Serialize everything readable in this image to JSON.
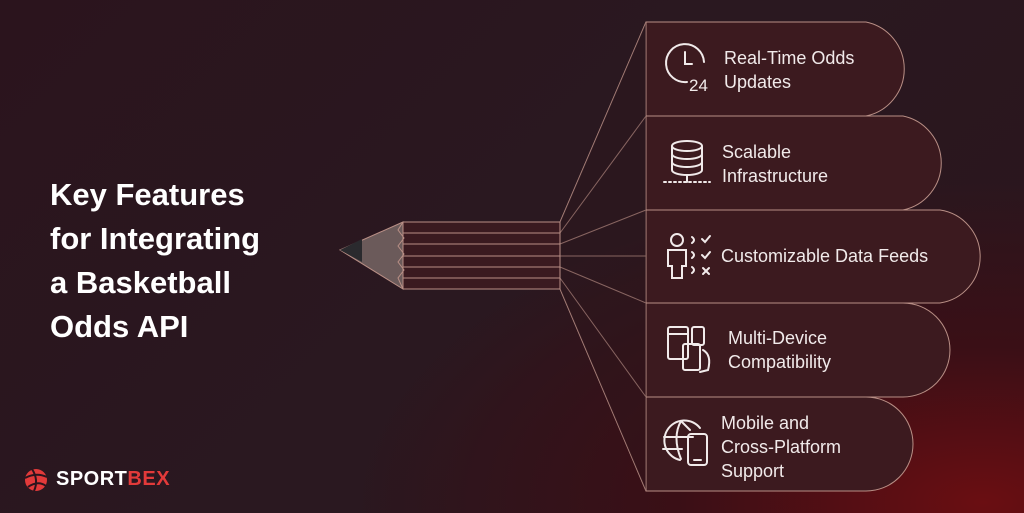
{
  "title": {
    "line1": "Key Features",
    "line2": "for Integrating",
    "line3": "a Basketball",
    "line4": "Odds API"
  },
  "features": [
    {
      "lines": [
        "Real-Time Odds",
        "Updates"
      ],
      "icon": "clock-24-icon"
    },
    {
      "lines": [
        "Scalable",
        "Infrastructure"
      ],
      "icon": "database-icon"
    },
    {
      "lines": [
        "Customizable Data Feeds"
      ],
      "icon": "user-checklist-icon"
    },
    {
      "lines": [
        "Multi-Device",
        "Compatibility"
      ],
      "icon": "devices-icon"
    },
    {
      "lines": [
        "Mobile and",
        "Cross-Platform",
        "Support"
      ],
      "icon": "globe-phone-icon"
    }
  ],
  "logo": {
    "part1": "SPORT",
    "part2": "BEX",
    "icon": "sportbex-ball-logo-icon"
  },
  "colors": {
    "accent": "#e23a3a",
    "panel": "#3c1a1f",
    "stroke": "#b98f86"
  }
}
